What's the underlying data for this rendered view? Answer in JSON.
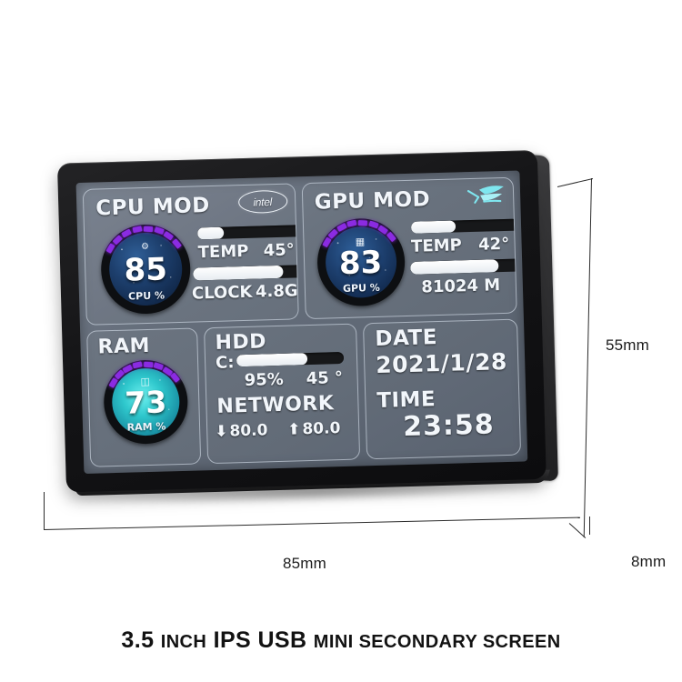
{
  "caption": {
    "part1": "3.5",
    "part2": "INCH",
    "part3": "IPS USB",
    "part4": "MINI SECONDARY SCREEN"
  },
  "dimensions": {
    "width_label": "85mm",
    "height_label": "55mm",
    "depth_label": "8mm"
  },
  "screen": {
    "cpu": {
      "title": "CPU MOD",
      "brand_logo": "intel-logo",
      "brand_text": "intel",
      "gauge": {
        "value": "85",
        "unit": "CPU %",
        "icon": "cpu-chip-icon",
        "percent": 85,
        "arc_color": "#8b2be2",
        "core_color": "#1d3f6d"
      },
      "bars": [
        {
          "label": "TEMP",
          "value": "45°",
          "fill_percent": 25
        },
        {
          "label": "CLOCK",
          "value": "4.8G",
          "fill_percent": 80
        }
      ]
    },
    "gpu": {
      "title": "GPU MOD",
      "brand_logo": "rog-eye-icon",
      "gauge": {
        "value": "83",
        "unit": "GPU %",
        "icon": "gpu-card-icon",
        "percent": 83,
        "arc_color": "#8b2be2",
        "core_color": "#1e4171"
      },
      "bars": [
        {
          "label": "TEMP",
          "value": "42°",
          "fill_percent": 42
        },
        {
          "label": "",
          "value": "81024 M",
          "fill_percent": 80
        }
      ]
    },
    "ram": {
      "title": "RAM",
      "gauge": {
        "value": "73",
        "unit": "RAM %",
        "icon": "memory-stick-icon",
        "percent": 73,
        "arc_color": "#8b2be2",
        "core_color": "#2fc8cd"
      }
    },
    "hdd": {
      "title": "HDD",
      "drive_label": "C:",
      "drive_fill_percent": 66,
      "usage": "95%",
      "temperature": "45 °",
      "network_title": "NETWORK",
      "download_icon": "arrow-down-icon",
      "download_value": "80.0",
      "upload_icon": "arrow-up-icon",
      "upload_value": "80.0"
    },
    "datetime": {
      "date_title": "DATE",
      "date_value": "2021/1/28",
      "time_title": "TIME",
      "time_value": "23:58"
    }
  }
}
